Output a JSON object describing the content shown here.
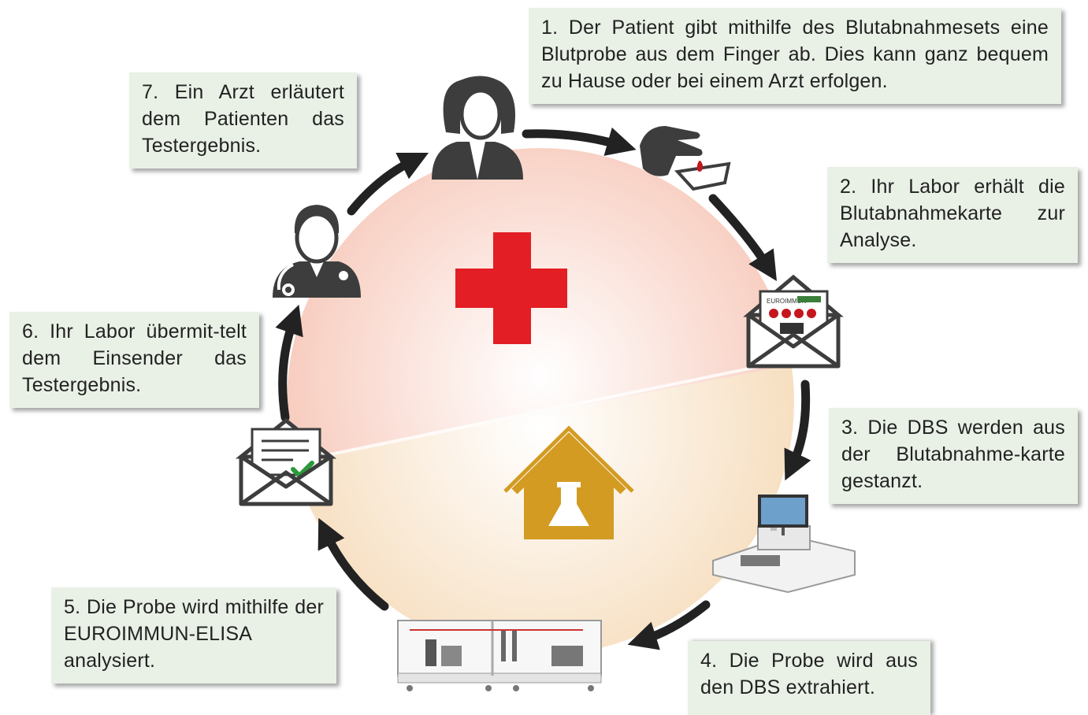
{
  "steps": [
    {
      "number": 1,
      "text": "1. Der Patient gibt mithilfe des Blutabnahmesets eine Blutprobe aus dem Finger ab. Dies kann ganz bequem zu Hause oder bei einem Arzt erfolgen."
    },
    {
      "number": 2,
      "text": "2. Ihr Labor erhält die Blutabnahmekarte zur Analyse."
    },
    {
      "number": 3,
      "text": "3. Die DBS werden aus der Blutabnahme-karte gestanzt."
    },
    {
      "number": 4,
      "text": "4. Die Probe wird aus den DBS extrahiert."
    },
    {
      "number": 5,
      "text": "5. Die Probe wird mithilfe der EUROIMMUN-ELISA analysiert."
    },
    {
      "number": 6,
      "text": "6. Ihr Labor übermit-telt dem Einsender das Testergebnis."
    },
    {
      "number": 7,
      "text": "7. Ein Arzt erläutert dem Patienten das Testergebnis."
    }
  ],
  "card": {
    "brand": "EUROIMMUN"
  },
  "icons": [
    "patient-icon",
    "finger-blood-icon",
    "envelope-card-icon",
    "punch-device-icon",
    "elisa-analyzer-icon",
    "result-envelope-icon",
    "doctor-icon",
    "red-cross-icon",
    "lab-house-icon"
  ],
  "colors": {
    "box_bg": "#e9f1e6",
    "arrow": "#222222",
    "icon": "#3d3d3d",
    "cross": "#e31e24",
    "lab": "#d39b22",
    "upper_circle": "#f9cfc2",
    "lower_circle": "#f7e3c8"
  }
}
